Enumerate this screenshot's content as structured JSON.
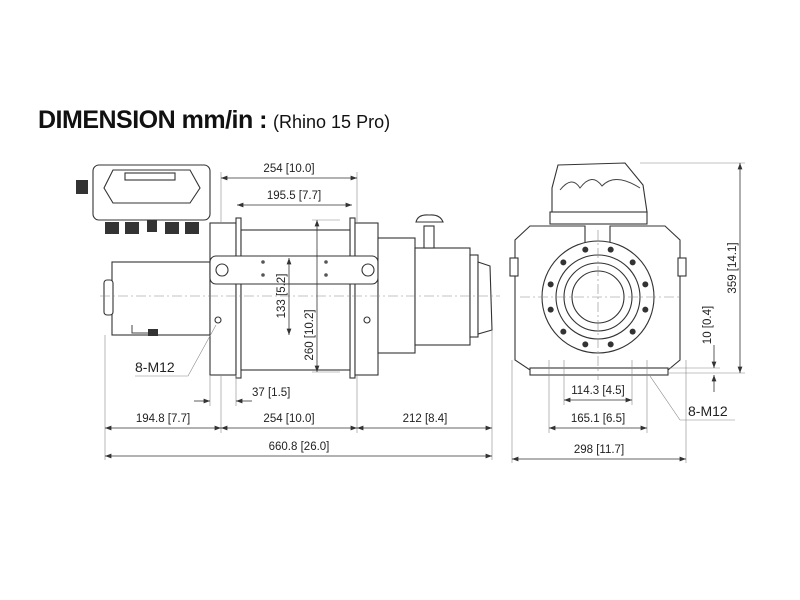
{
  "title": {
    "main": "DIMENSION mm/in :",
    "model": "(Rhino 15 Pro)"
  },
  "side_view": {
    "dim_top_254": "254 [10.0]",
    "dim_195": "195.5 [7.7]",
    "dim_133": "133 [5.2]",
    "dim_260": "260 [10.2]",
    "dim_37": "37 [1.5]",
    "dim_194": "194.8 [7.7]",
    "dim_bottom_254": "254 [10.0]",
    "dim_212": "212 [8.4]",
    "dim_total": "660.8 [26.0]",
    "bolt_label": "8-M12"
  },
  "front_view": {
    "dim_359": "359 [14.1]",
    "dim_10": "10 [0.4]",
    "dim_114": "114.3 [4.5]",
    "dim_165": "165.1 [6.5]",
    "dim_298": "298 [11.7]",
    "bolt_label": "8-M12"
  }
}
